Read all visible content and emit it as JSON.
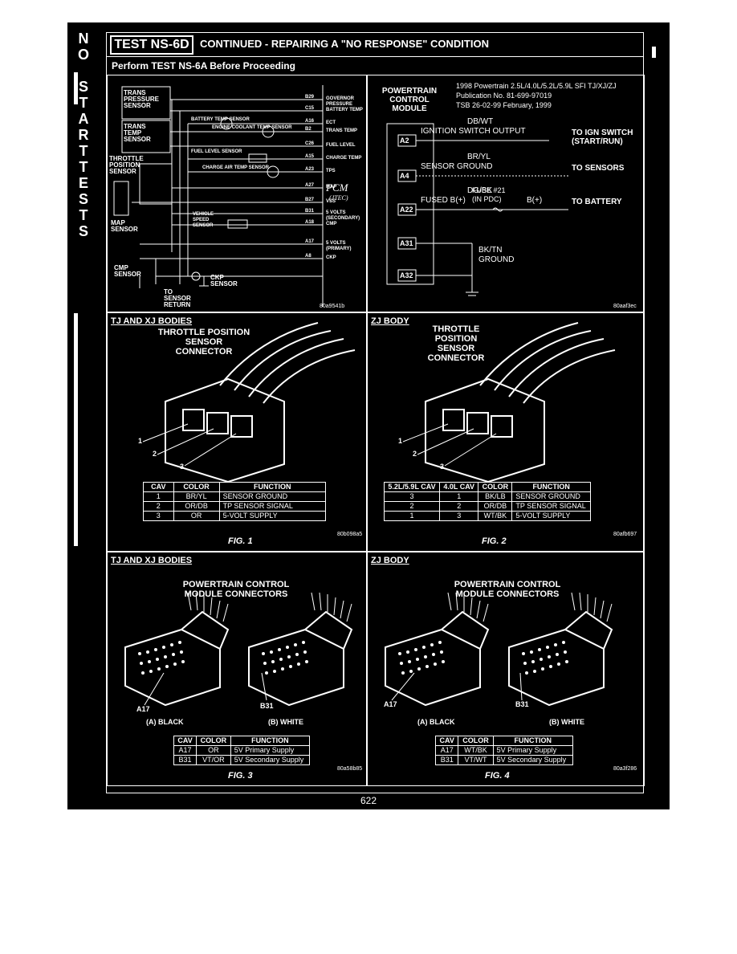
{
  "sidebar": {
    "letters_no": [
      "N",
      "O"
    ],
    "letters_start": [
      "S",
      "T",
      "A",
      "R",
      "T"
    ],
    "letters_tests": [
      "T",
      "E",
      "S",
      "T",
      "S"
    ]
  },
  "header": {
    "test_id": "TEST NS-6D",
    "title": "CONTINUED - REPAIRING A \"NO RESPONSE\" CONDITION",
    "subtitle": "Perform TEST NS-6A Before Proceeding"
  },
  "wiring": {
    "left_labels": [
      "TRANS PRESSURE SENSOR",
      "TRANS TEMP SENSOR",
      "THROTTLE POSITION SENSOR",
      "MAP SENSOR",
      "CMP SENSOR",
      "TO SENSOR RETURN",
      "CKP SENSOR"
    ],
    "mid_labels": [
      "BATTERY TEMP SENSOR",
      "ENGINE COOLANT TEMP SENSOR",
      "FUEL LEVEL SENSOR",
      "CHARGE AIR TEMP SENSOR",
      "VEHICLE SPEED SENSOR"
    ],
    "pins": [
      "B29",
      "C15",
      "A16",
      "B2",
      "C26",
      "A15",
      "A23",
      "A27",
      "B27",
      "B31",
      "A18",
      "A17",
      "A8"
    ],
    "functions": [
      "GOVERNOR PRESSURE",
      "BATTERY TEMP",
      "ECT",
      "TRANS TEMP",
      "FUEL LEVEL",
      "CHARGE TEMP",
      "TPS",
      "MAP",
      "VSS",
      "5 VOLTS (SECONDARY)",
      "CMP",
      "5 VOLTS (PRIMARY)",
      "CKP"
    ],
    "pcm_label": "PCM",
    "pcm_sub": "(JTEC)",
    "code": "80a9541b"
  },
  "pcm_panel": {
    "module_label": "POWERTRAIN CONTROL MODULE",
    "pub_line1": "1998 Powertrain 2.5L/4.0L/5.2L/5.9L SFI TJ/XJ/ZJ",
    "pub_line2": "Publication No. 81-699-97019",
    "pub_line3": "TSB 26-02-99 February, 1999",
    "pins": [
      {
        "pin": "A2",
        "wire": "DB/WT",
        "desc": "IGNITION SWITCH OUTPUT",
        "to": "TO IGN SWITCH (START/RUN)"
      },
      {
        "pin": "A4",
        "wire": "BR/YL",
        "desc": "SENSOR GROUND",
        "to": "TO SENSORS"
      },
      {
        "pin": "A22",
        "wire": "DG/BK",
        "desc": "FUSED B(+)",
        "fuse": "FUSE #21 (IN PDC)",
        "mid": "B(+)",
        "to": "TO BATTERY"
      },
      {
        "pin": "A31",
        "wire": "BK/TN",
        "desc": "GROUND"
      },
      {
        "pin": "A32"
      }
    ],
    "code": "80aaf3ec"
  },
  "fig1": {
    "title": "TJ AND XJ BODIES",
    "caption": "THROTTLE POSITION SENSOR CONNECTOR",
    "callouts": [
      "1",
      "2",
      "3"
    ],
    "headers": [
      "CAV",
      "COLOR",
      "FUNCTION"
    ],
    "rows": [
      [
        "1",
        "BR/YL",
        "SENSOR GROUND"
      ],
      [
        "2",
        "OR/DB",
        "TP SENSOR SIGNAL"
      ],
      [
        "3",
        "OR",
        "5-VOLT SUPPLY"
      ]
    ],
    "fig_label": "FIG. 1",
    "code": "80b098a5"
  },
  "fig2": {
    "title": "ZJ BODY",
    "caption": "THROTTLE POSITION SENSOR CONNECTOR",
    "callouts": [
      "1",
      "2",
      "3"
    ],
    "headers": [
      "5.2L/5.9L CAV",
      "4.0L CAV",
      "COLOR",
      "FUNCTION"
    ],
    "rows": [
      [
        "3",
        "1",
        "BK/LB",
        "SENSOR GROUND"
      ],
      [
        "2",
        "2",
        "OR/DB",
        "TP SENSOR SIGNAL"
      ],
      [
        "1",
        "3",
        "WT/BK",
        "5-VOLT SUPPLY"
      ]
    ],
    "fig_label": "FIG. 2",
    "code": "80afb697"
  },
  "fig3": {
    "title": "TJ AND XJ BODIES",
    "caption": "POWERTRAIN CONTROL MODULE CONNECTORS",
    "pin_a": "A17",
    "pin_b": "B31",
    "conn_a": "(A) BLACK",
    "conn_b": "(B) WHITE",
    "headers": [
      "CAV",
      "COLOR",
      "FUNCTION"
    ],
    "rows": [
      [
        "A17",
        "OR",
        "5V Primary Supply"
      ],
      [
        "B31",
        "VT/OR",
        "5V Secondary Supply"
      ]
    ],
    "fig_label": "FIG. 3",
    "code": "80a58b85"
  },
  "fig4": {
    "title": "ZJ BODY",
    "caption": "POWERTRAIN CONTROL MODULE CONNECTORS",
    "pin_a": "A17",
    "pin_b": "B31",
    "conn_a": "(A) BLACK",
    "conn_b": "(B) WHITE",
    "headers": [
      "CAV",
      "COLOR",
      "FUNCTION"
    ],
    "rows": [
      [
        "A17",
        "WT/BK",
        "5V Primary Supply"
      ],
      [
        "B31",
        "VT/WT",
        "5V Secondary Supply"
      ]
    ],
    "fig_label": "FIG. 4",
    "code": "80a3f286"
  },
  "page_number": "622"
}
